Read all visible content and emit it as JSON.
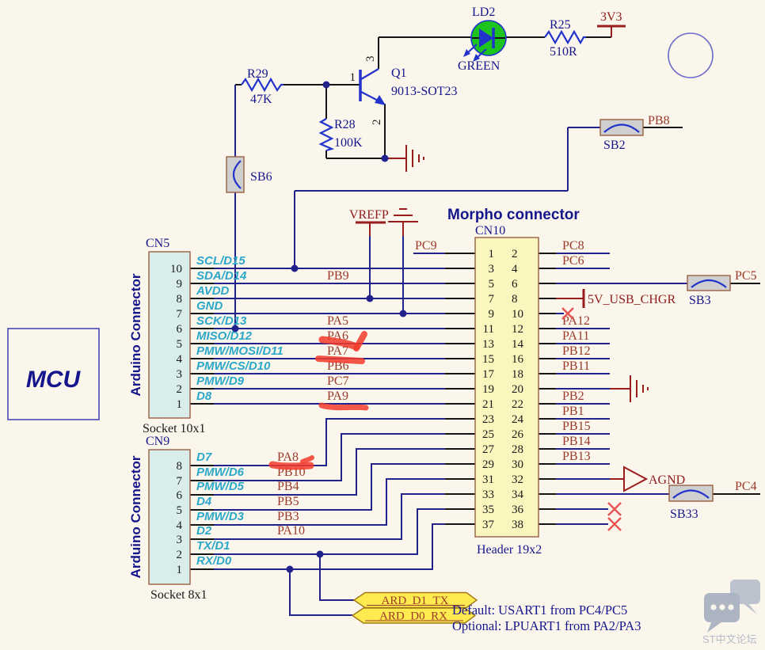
{
  "mcu": {
    "label": "MCU"
  },
  "top_circuit": {
    "r29": {
      "ref": "R29",
      "value": "47K"
    },
    "r28": {
      "ref": "R28",
      "value": "100K"
    },
    "r25": {
      "ref": "R25",
      "value": "510R"
    },
    "q1": {
      "ref": "Q1",
      "part": "9013-SOT23",
      "pin_base": "1",
      "pin_collector": "3",
      "pin_emitter": "2"
    },
    "ld2": {
      "ref": "LD2",
      "color_label": "GREEN"
    },
    "rail_3v3": "3V3",
    "pb8": "PB8"
  },
  "solder_bridges": {
    "sb2": "SB2",
    "sb3": "SB3",
    "sb6": "SB6",
    "sb33": "SB33"
  },
  "vrefp": {
    "label": "VREFP"
  },
  "cn5": {
    "ref": "CN5",
    "title": "Arduino Connector",
    "socket": "Socket 10x1",
    "rows": [
      {
        "pin": "10",
        "signal": "SCL/D15",
        "net": ""
      },
      {
        "pin": "9",
        "signal": "SDA/D14",
        "net": "PB9"
      },
      {
        "pin": "8",
        "signal": "AVDD",
        "net": ""
      },
      {
        "pin": "7",
        "signal": "GND",
        "net": ""
      },
      {
        "pin": "6",
        "signal": "SCK/D13",
        "net": "PA5"
      },
      {
        "pin": "5",
        "signal": "MISO/D12",
        "net": "PA6"
      },
      {
        "pin": "4",
        "signal": "PMW/MOSI/D11",
        "net": "PA7"
      },
      {
        "pin": "3",
        "signal": "PMW/CS/D10",
        "net": "PB6"
      },
      {
        "pin": "2",
        "signal": "PMW/D9",
        "net": "PC7"
      },
      {
        "pin": "1",
        "signal": "D8",
        "net": "PA9"
      }
    ]
  },
  "cn9": {
    "ref": "CN9",
    "title": "Arduino Connector",
    "socket": "Socket 8x1",
    "rows": [
      {
        "pin": "8",
        "signal": "D7",
        "net": "PA8"
      },
      {
        "pin": "7",
        "signal": "PMW/D6",
        "net": "PB10"
      },
      {
        "pin": "6",
        "signal": "PMW/D5",
        "net": "PB4"
      },
      {
        "pin": "5",
        "signal": "D4",
        "net": "PB5"
      },
      {
        "pin": "4",
        "signal": "PMW/D3",
        "net": "PB3"
      },
      {
        "pin": "3",
        "signal": "D2",
        "net": "PA10"
      },
      {
        "pin": "2",
        "signal": "TX/D1",
        "net": ""
      },
      {
        "pin": "1",
        "signal": "RX/D0",
        "net": ""
      }
    ]
  },
  "cn10": {
    "ref": "CN10",
    "title": "Morpho connector",
    "footer": "Header 19x2",
    "left_label": "PC9",
    "rows": [
      [
        "1",
        "2"
      ],
      [
        "3",
        "4"
      ],
      [
        "5",
        "6"
      ],
      [
        "7",
        "8"
      ],
      [
        "9",
        "10"
      ],
      [
        "11",
        "12"
      ],
      [
        "13",
        "14"
      ],
      [
        "15",
        "16"
      ],
      [
        "17",
        "18"
      ],
      [
        "19",
        "20"
      ],
      [
        "21",
        "22"
      ],
      [
        "23",
        "24"
      ],
      [
        "25",
        "26"
      ],
      [
        "27",
        "28"
      ],
      [
        "29",
        "30"
      ],
      [
        "31",
        "32"
      ],
      [
        "33",
        "34"
      ],
      [
        "35",
        "36"
      ],
      [
        "37",
        "38"
      ]
    ],
    "right_labels": {
      "pc8": "PC8",
      "pc6": "PC6",
      "pc5": "PC5",
      "usb": "5V_USB_CHGR",
      "pa12": "PA12",
      "pa11": "PA11",
      "pb12": "PB12",
      "pb11": "PB11",
      "pb2": "PB2",
      "pb1": "PB1",
      "pb15": "PB15",
      "pb14": "PB14",
      "pb13": "PB13",
      "agnd": "AGND",
      "pc4": "PC4"
    }
  },
  "flags": {
    "tx": "ARD_D1_TX",
    "rx": "ARD_D0_RX"
  },
  "notes": {
    "line1": "Default: USART1 from PC4/PC5",
    "line2": "Optional: LPUART1 from PA2/PA3"
  },
  "watermark": "ST中文论坛",
  "colors": {
    "wire": "#22228C",
    "symbol": "#2233CC",
    "net_label": "#993A2B",
    "power": "#8F1A1A",
    "signal_cyan": "#2BA7C9",
    "annotation_red": "#F23B2B",
    "cn5_fill": "#D9EEEA",
    "cn10_fill": "#FBF6BE",
    "led_green": "#1DC41D"
  }
}
